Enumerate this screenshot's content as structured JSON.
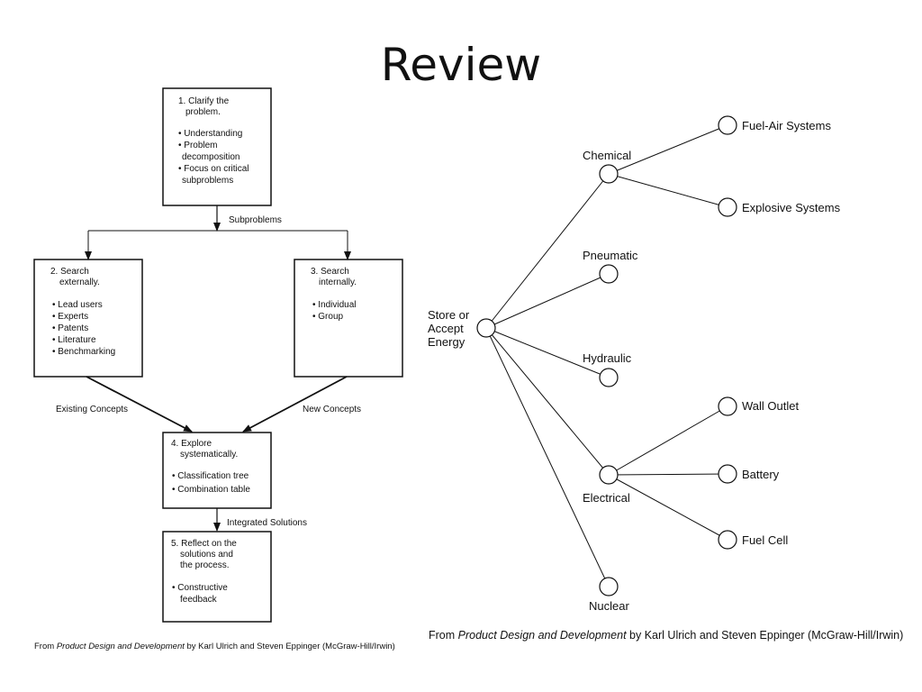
{
  "slide": {
    "title": "Review"
  },
  "flowchart": {
    "box1": [
      "1. Clarify the",
      "problem.",
      "",
      "• Understanding",
      "• Problem",
      "decomposition",
      "• Focus on critical",
      "subproblems"
    ],
    "box2": [
      "2. Search",
      "externally.",
      "",
      "• Lead users",
      "• Experts",
      "• Patents",
      "• Literature",
      "• Benchmarking"
    ],
    "box3": [
      "3. Search",
      "internally.",
      "",
      "• Individual",
      "• Group"
    ],
    "box4": [
      "4. Explore",
      "systematically.",
      "",
      "• Classification tree",
      "• Combination table"
    ],
    "box5": [
      "5. Reflect on the",
      "solutions and",
      "the process.",
      "",
      "• Constructive",
      "feedback"
    ],
    "label_subproblems": "Subproblems",
    "label_existing": "Existing Concepts",
    "label_new": "New Concepts",
    "label_integrated": "Integrated Solutions",
    "caption": {
      "prefix": "From ",
      "book": "Product Design and Development",
      "suffix": " by Karl Ulrich and Steven Eppinger (McGraw-Hill/Irwin)"
    }
  },
  "tree": {
    "root": [
      "Store or",
      "Accept",
      "Energy"
    ],
    "chemical": "Chemical",
    "fuel_air": "Fuel-Air Systems",
    "explosive": "Explosive Systems",
    "pneumatic": "Pneumatic",
    "hydraulic": "Hydraulic",
    "electrical": "Electrical",
    "wall_outlet": "Wall Outlet",
    "battery": "Battery",
    "fuel_cell": "Fuel Cell",
    "nuclear": "Nuclear",
    "caption": {
      "prefix": "From ",
      "book": "Product Design and Development",
      "suffix": " by Karl Ulrich and Steven Eppinger (McGraw-Hill/Irwin)"
    }
  }
}
